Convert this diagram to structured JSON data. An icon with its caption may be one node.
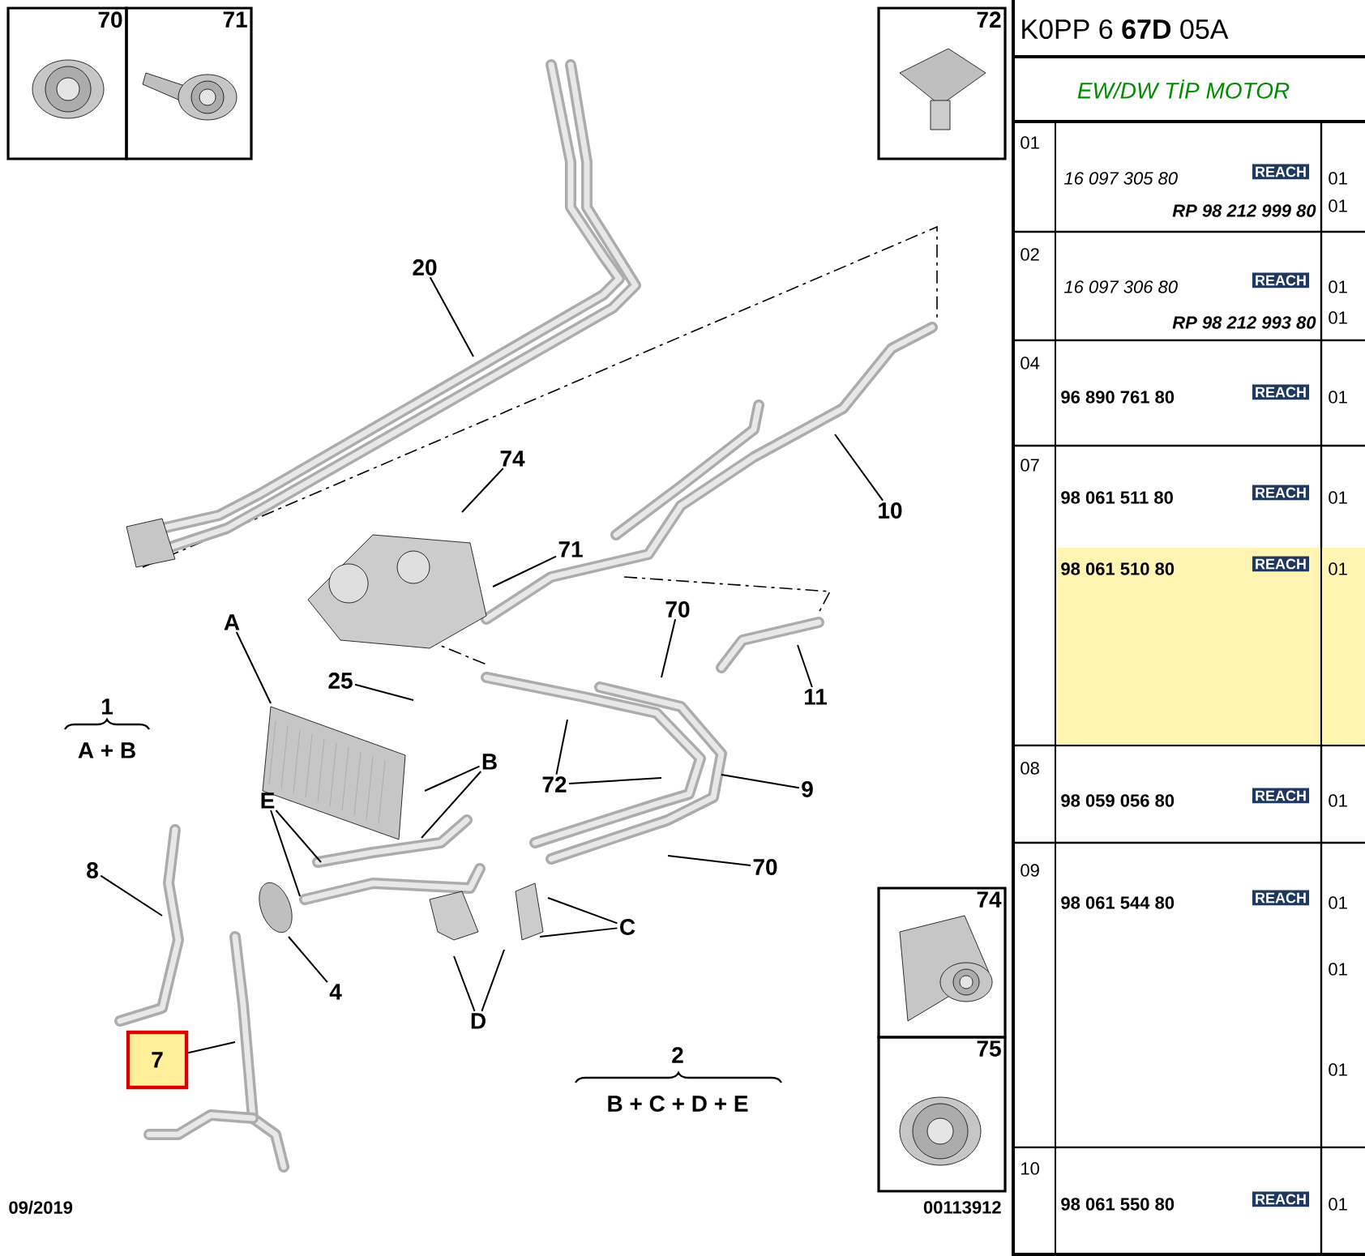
{
  "diagram": {
    "title": "K0PP 6 **67D** 05A",
    "nodes": [
      {
        "text": [
          "70"
        ]
      },
      {
        "text": [
          "71"
        ]
      },
      {
        "text": [
          "72"
        ]
      },
      {
        "text": [
          "74"
        ]
      },
      {
        "text": [
          "75"
        ]
      },
      {
        "text": [
          "20"
        ]
      },
      {
        "text": [
          "74"
        ]
      },
      {
        "text": [
          "71"
        ]
      },
      {
        "text": [
          "10"
        ]
      },
      {
        "text": [
          "A"
        ]
      },
      {
        "text": [
          "25"
        ]
      },
      {
        "text": [
          "70"
        ]
      },
      {
        "text": [
          "11"
        ]
      },
      {
        "text": [
          "72"
        ]
      },
      {
        "text": [
          "9"
        ]
      },
      {
        "text": [
          "B"
        ]
      },
      {
        "text": [
          "E"
        ]
      },
      {
        "text": [
          "8"
        ]
      },
      {
        "text": [
          "4"
        ]
      },
      {
        "text": [
          "C"
        ]
      },
      {
        "text": [
          "D"
        ]
      },
      {
        "text": [
          "70"
        ]
      },
      {
        "text": [
          "7"
        ]
      }
    ],
    "edges": [
      {
        "from": 5,
        "to": null,
        "arrow": "none"
      },
      {
        "from": 6,
        "to": null,
        "arrow": "none"
      },
      {
        "from": 7,
        "to": null,
        "arrow": "none"
      },
      {
        "from": 8,
        "to": null,
        "arrow": "none"
      },
      {
        "from": 9,
        "to": null,
        "arrow": "none"
      },
      {
        "from": 10,
        "to": null,
        "arrow": "none"
      },
      {
        "from": 11,
        "to": null,
        "arrow": "none"
      },
      {
        "from": 12,
        "to": null,
        "arrow": "none"
      },
      {
        "from": 13,
        "to": null,
        "arrow": "none"
      },
      {
        "from": 13,
        "to": null,
        "arrow": "none"
      },
      {
        "from": 14,
        "to": null,
        "arrow": "none"
      },
      {
        "from": 15,
        "to": null,
        "arrow": "none"
      },
      {
        "from": 15,
        "to": null,
        "arrow": "none"
      },
      {
        "from": 16,
        "to": null,
        "arrow": "none"
      },
      {
        "from": 16,
        "to": null,
        "arrow": "none"
      },
      {
        "from": 17,
        "to": null,
        "arrow": "none"
      },
      {
        "from": 18,
        "to": null,
        "arrow": "none"
      },
      {
        "from": 19,
        "to": null,
        "arrow": "none"
      },
      {
        "from": 19,
        "to": null,
        "arrow": "none"
      },
      {
        "from": 20,
        "to": null,
        "arrow": "none"
      },
      {
        "from": 20,
        "to": null,
        "arrow": "none"
      },
      {
        "from": 21,
        "to": null,
        "arrow": "none"
      },
      {
        "from": 22,
        "to": null,
        "arrow": "none"
      }
    ],
    "labels": [
      "EW/DW TİP MOTOR",
      "01",
      "16 097 305 80",
      "REACH",
      "01",
      "RP 98 212 999 80",
      "01",
      "02",
      "16 097 306 80",
      "REACH",
      "01",
      "RP 98 212 993 80",
      "01",
      "04",
      "96 890 761 80",
      "REACH",
      "01",
      "07",
      "98 061 511 80",
      "REACH",
      "01",
      "98 061 510 80",
      "REACH",
      "01",
      "08",
      "98 059 056 80",
      "REACH",
      "01",
      "09",
      "98 061 544 80",
      "REACH",
      "01",
      "01",
      "01",
      "10",
      "98 061 550 80",
      "REACH",
      "01",
      "1",
      "A + B",
      "2",
      "B + C + D + E",
      "09/2019",
      "00113912"
    ]
  }
}
